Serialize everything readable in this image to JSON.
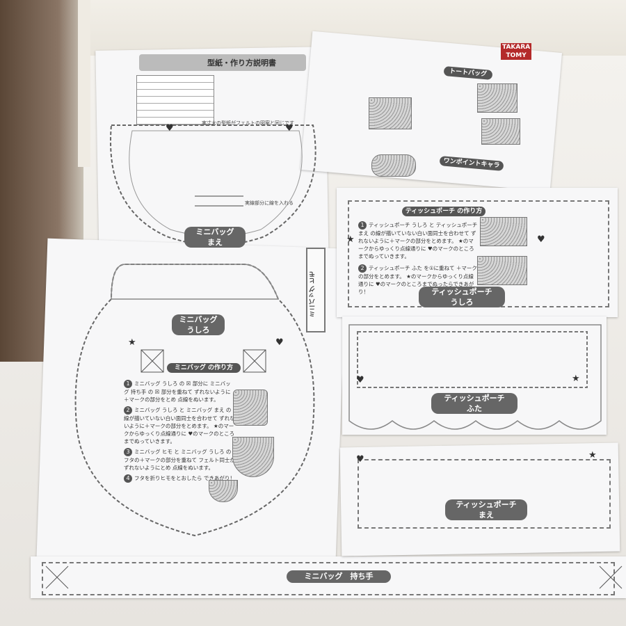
{
  "scene": {
    "description_colors": {
      "paper": "#f7f7f8",
      "table": "#f0eee9",
      "label_pill": "#666666",
      "logo": "#b42a2a"
    }
  },
  "instruction_sheet": {
    "brand_top": "TAKARA",
    "brand_bottom": "TOMY",
    "title": "型紙・作り方説明書",
    "section_tote": "トートバッグ",
    "section_tissue": "ティッシュポーチ",
    "section_onepoint": "ワンポイントキャラ",
    "caption_felt": "実寸大の型紙がフェルトの図案と同じです",
    "caption_cut": "実線部分に線を入れる",
    "tissue_steps": [
      "ティッシュポーチ うしろ と ティッシュポーチ まえ の線が描いていない白い面同士を合わせて ずれないように＋マークの部分をとめます。 ★のマークからゆっくり点線通りに ♥のマークのところまでぬっていきます。",
      "ティッシュポーチ ふた を①に重ねて ＋マークの部分をとめます。 ★のマークからゆっくり点線通りに ♥のマークのところまでぬったらできあがり！"
    ]
  },
  "pieces": {
    "mini_bag_front": "ミニバッグ\nまえ",
    "mini_bag_back": "ミニバッグ\nうしろ",
    "mini_bag_strap": "ミニバッグ ヒモ",
    "mini_bag_handle": "ミニバッグ　持ち手",
    "mini_bag_howto": "ミニバッグ の作り方",
    "tissue_back": "ティッシュポーチ\nうしろ",
    "tissue_flap": "ティッシュポーチ\nふた",
    "tissue_front": "ティッシュポーチ\nまえ",
    "tissue_howto": "ティッシュポーチ の作り方"
  },
  "mini_bag_steps": [
    {
      "num": "1",
      "text": "ミニバッグ うしろ の ☒ 部分に ミニバッグ 持ち手 の ☒ 部分を重ねて ずれないように＋マークの部分をとめ 点線をぬいます。"
    },
    {
      "num": "2",
      "text": "ミニバッグ うしろ と ミニバッグ まえ の線が描いていない白い面同士を合わせて ずれないように＋マークの部分をとめます。 ★のマークからゆっくり点線通りに ♥のマークのところまでぬっていきます。"
    },
    {
      "num": "3",
      "text": "ミニバッグ ヒモ と ミニバッグ うしろ の フタの＋マークの部分を重ねて フェルト同士がずれないようにとめ 点線をぬいます。"
    },
    {
      "num": "4",
      "text": "フタを折りヒモをとおしたら できあがり！"
    }
  ]
}
